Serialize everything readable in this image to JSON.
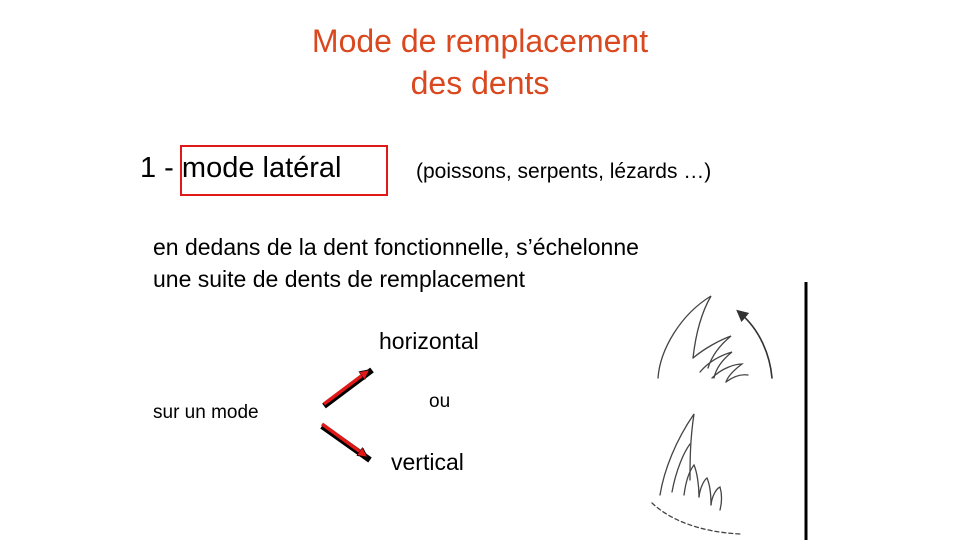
{
  "title": {
    "line1": "Mode de remplacement",
    "line2": "des dents"
  },
  "heading": {
    "number": "1 - ",
    "label": "mode latéral",
    "examples": "(poissons, serpents, lézards …)"
  },
  "description": {
    "line1": "en dedans de la dent fonctionnelle, s’échelonne",
    "line2": "une suite de dents de remplacement"
  },
  "diagram": {
    "prefix": "sur un mode",
    "option_top": "horizontal",
    "connector": "ou",
    "option_bottom": "vertical"
  },
  "colors": {
    "title": "#d9481f",
    "highlight": "#e01818",
    "arrow": "#e01818"
  },
  "illustrations": [
    "horizontal-tooth-replacement-sketch",
    "vertical-tooth-replacement-sketch"
  ]
}
